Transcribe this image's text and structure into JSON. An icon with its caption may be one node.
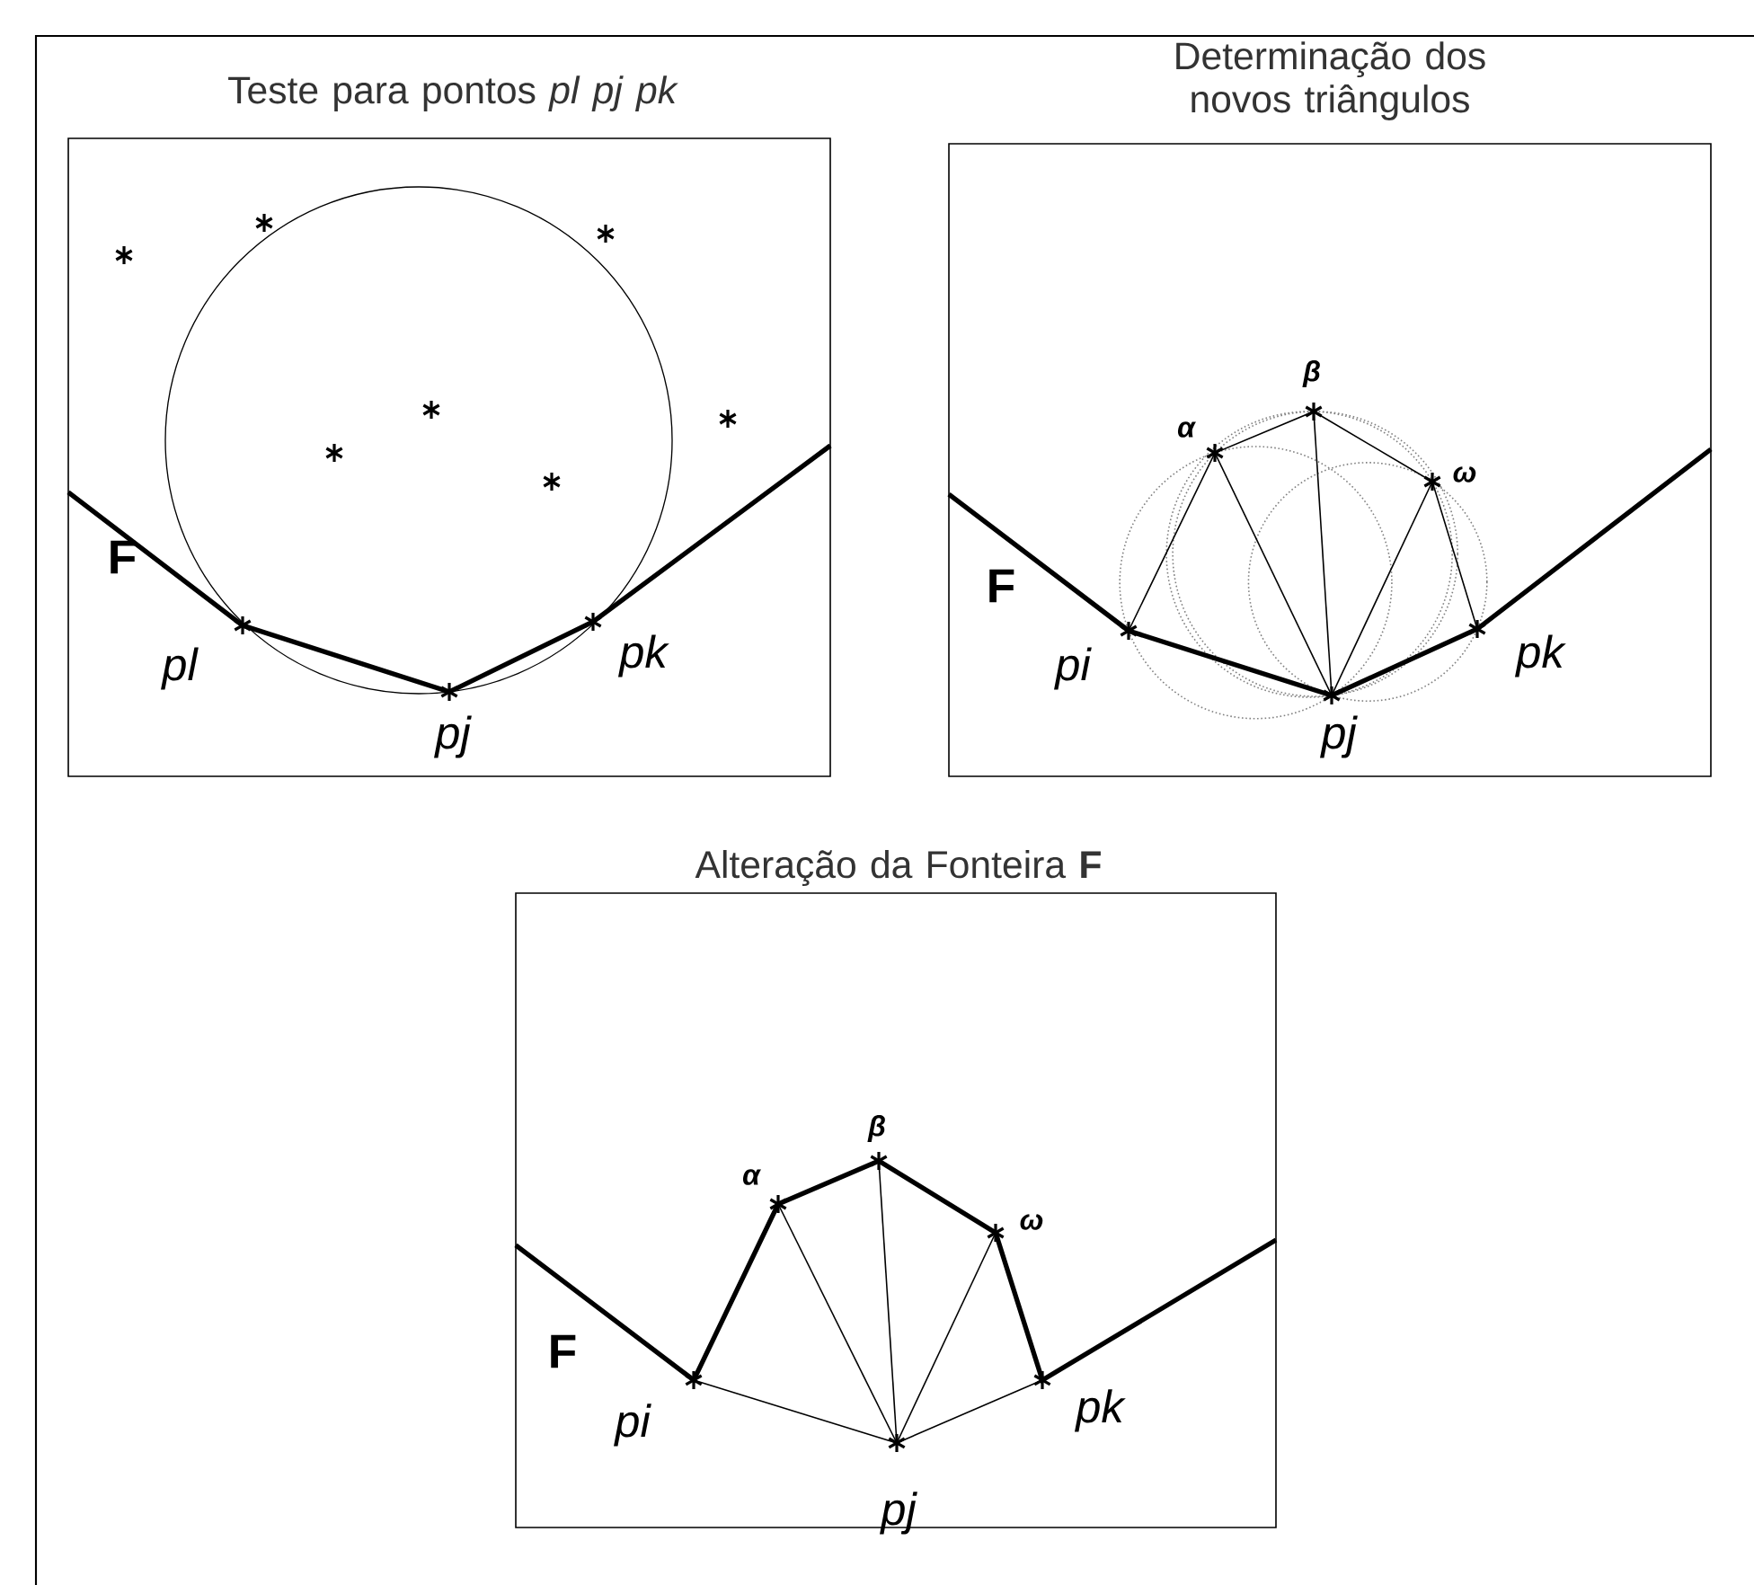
{
  "diagram": {
    "nodes": [
      {
        "text": [
          "Teste para pontos *pl* *pj* *pk*"
        ]
      },
      {
        "text": [
          "Determinação dos novos triângulos"
        ]
      },
      {
        "text": [
          "Alteração da Fonteira **F**"
        ]
      }
    ],
    "labels": [
      "F",
      "pl",
      "pk",
      "pj",
      "β",
      "α",
      "ω",
      "F",
      "pi",
      "pk",
      "pj",
      "β",
      "α",
      "ω",
      "F",
      "pi",
      "pk",
      "pj"
    ]
  }
}
